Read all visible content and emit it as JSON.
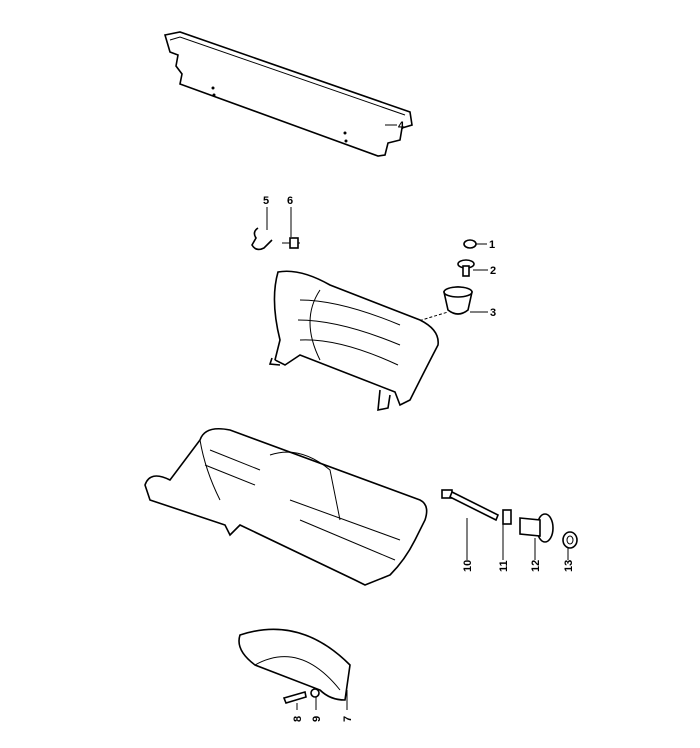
{
  "diagram": {
    "title": "Rear seat / parcel shelf exploded parts view",
    "callouts": [
      "1",
      "2",
      "3",
      "4",
      "5",
      "6",
      "7",
      "8",
      "9",
      "10",
      "11",
      "12",
      "13"
    ]
  }
}
